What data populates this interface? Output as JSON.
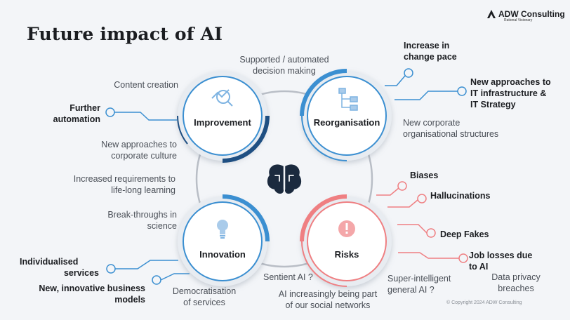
{
  "title": "Future impact of AI",
  "brand": {
    "name": "ADW Consulting",
    "tagline": "Rational Visionary"
  },
  "quadrants": {
    "improvement": "Improvement",
    "reorganisation": "Reorganisation",
    "innovation": "Innovation",
    "risks": "Risks"
  },
  "labels": {
    "supported_decision": [
      "Supported / automated",
      "decision making"
    ],
    "content_creation": "Content creation",
    "further_automation": [
      "Further",
      "automation"
    ],
    "corporate_culture": [
      "New approaches to",
      "corporate culture"
    ],
    "lifelong_learning": [
      "Increased requirements to",
      "life-long learning"
    ],
    "breakthroughs": [
      "Break-throughs in",
      "science"
    ],
    "individualised": [
      "Individualised",
      "services"
    ],
    "business_models": [
      "New, innovative business",
      "models"
    ],
    "democratisation": [
      "Democratisation",
      "of services"
    ],
    "sentient": "Sentient AI ?",
    "social_networks": [
      "AI increasingly being part",
      "of our social networks"
    ],
    "change_pace": [
      "Increase in",
      "change pace"
    ],
    "it_infrastructure": [
      "New approaches to",
      "IT infrastructure &",
      "IT Strategy"
    ],
    "org_structures": [
      "New corporate",
      "organisational structures"
    ],
    "biases": "Biases",
    "hallucinations": "Hallucinations",
    "deep_fakes": "Deep Fakes",
    "job_losses": [
      "Job losses due",
      "to AI"
    ],
    "super_intelligent": [
      "Super-intelligent",
      "general AI ?"
    ],
    "data_privacy": [
      "Data privacy",
      "breaches"
    ]
  },
  "copyright": "© Copyright 2024 ADW Consulting",
  "colors": {
    "blue": "#3b8fd1",
    "dark_blue": "#1f4f82",
    "red": "#ef7f82",
    "grey_ring": "#b9bec6"
  },
  "icons": [
    "chart-magnifier-icon",
    "org-chart-icon",
    "brain-icon",
    "lightbulb-icon",
    "warning-badge-icon",
    "adw-logo-icon"
  ]
}
